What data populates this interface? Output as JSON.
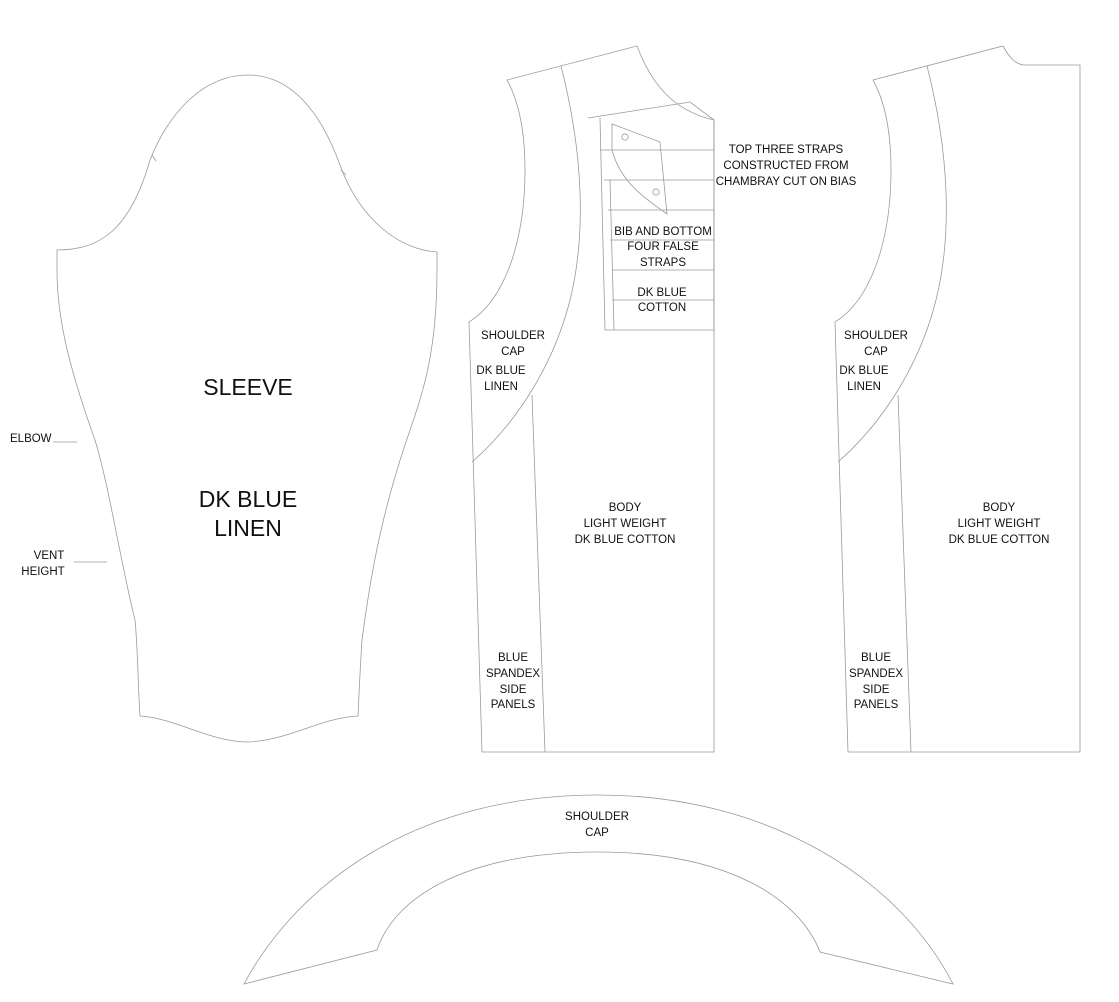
{
  "sleeve": {
    "title": "SLEEVE",
    "fabric": [
      "DK BLUE",
      "LINEN"
    ],
    "elbow_mark": "ELBOW",
    "vent_mark": [
      "VENT",
      "HEIGHT"
    ]
  },
  "front_left": {
    "shoulder_cap": [
      "SHOULDER",
      "CAP",
      "DK BLUE",
      "LINEN"
    ],
    "strap_note": [
      "TOP THREE STRAPS",
      "CONSTRUCTED FROM",
      "CHAMBRAY CUT ON BIAS"
    ],
    "bib_note": [
      "BIB AND BOTTOM",
      "FOUR FALSE",
      "STRAPS"
    ],
    "bib_fabric": [
      "DK BLUE",
      "COTTON"
    ],
    "body": [
      "BODY",
      "LIGHT WEIGHT",
      "DK BLUE COTTON"
    ],
    "side_panel": [
      "BLUE",
      "SPANDEX",
      "SIDE",
      "PANELS"
    ]
  },
  "front_right": {
    "shoulder_cap": [
      "SHOULDER",
      "CAP",
      "DK BLUE",
      "LINEN"
    ],
    "body": [
      "BODY",
      "LIGHT WEIGHT",
      "DK BLUE COTTON"
    ],
    "side_panel": [
      "BLUE",
      "SPANDEX",
      "SIDE",
      "PANELS"
    ]
  },
  "shoulder_cap_piece": {
    "label": [
      "SHOULDER",
      "CAP"
    ]
  }
}
